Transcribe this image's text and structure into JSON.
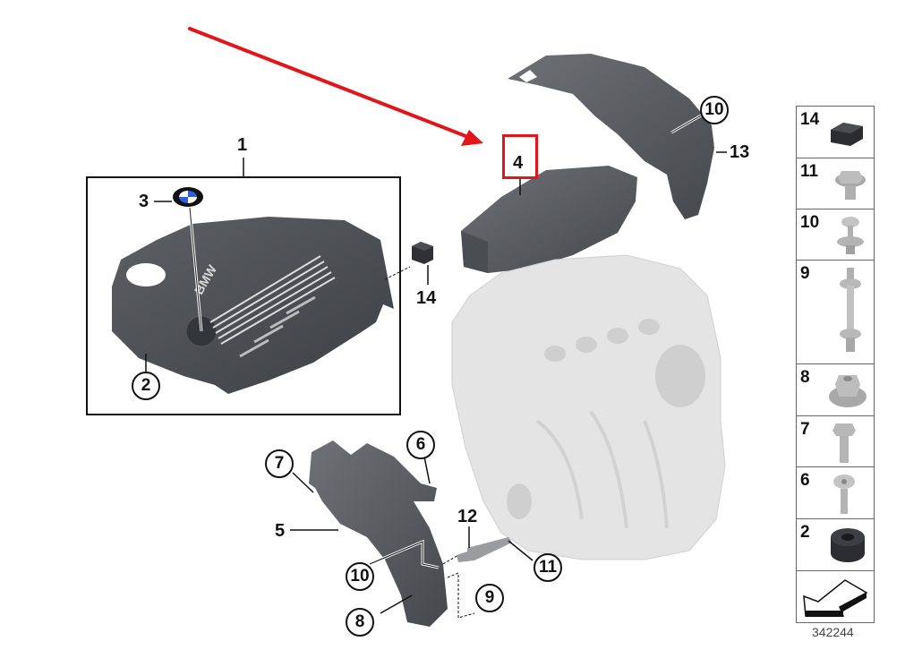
{
  "diagram": {
    "type": "exploded-parts-diagram",
    "subject": "engine cover / acoustic covers assembly",
    "figure_number": "342244",
    "highlight": {
      "label": "4",
      "color": "#e3151a"
    },
    "arrow_color": "#e3151a",
    "callouts": {
      "c1": "1",
      "c2": "2",
      "c3": "3",
      "c4": "4",
      "c5": "5",
      "c6": "6",
      "c7": "7",
      "c8": "8",
      "c9": "9",
      "c10a": "10",
      "c10b": "10",
      "c11": "11",
      "c12": "12",
      "c13": "13",
      "c14": "14"
    },
    "logo_text": "BMW"
  },
  "side_table": {
    "items": [
      {
        "num": "14",
        "part": "rubber-cap"
      },
      {
        "num": "11",
        "part": "hex-flange-bolt"
      },
      {
        "num": "10",
        "part": "expanding-rivet"
      },
      {
        "num": "9",
        "part": "stud-bolt"
      },
      {
        "num": "8",
        "part": "flange-nut"
      },
      {
        "num": "7",
        "part": "hex-bolt"
      },
      {
        "num": "6",
        "part": "torx-screw"
      },
      {
        "num": "2",
        "part": "rubber-grommet"
      },
      {
        "num": "",
        "part": "direction-arrow"
      }
    ]
  }
}
